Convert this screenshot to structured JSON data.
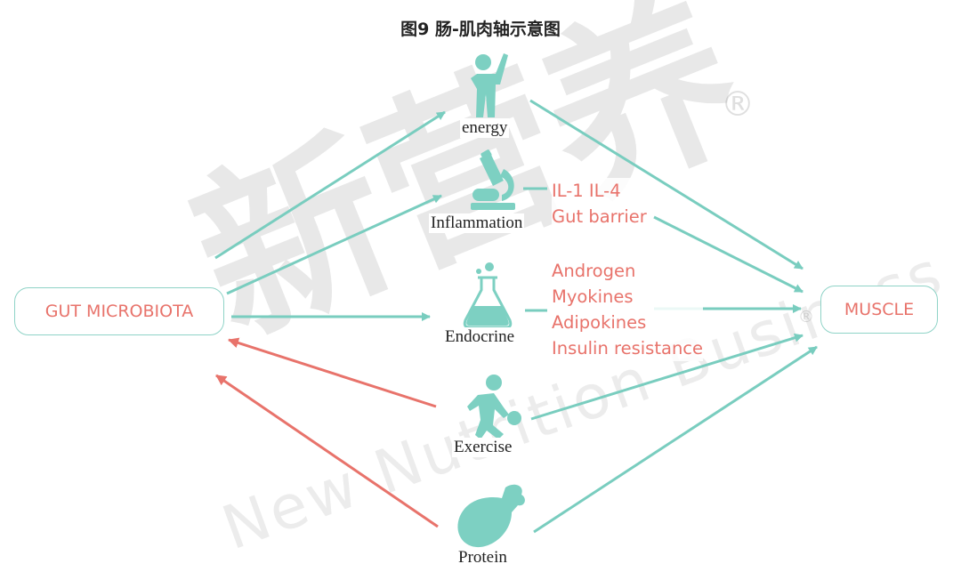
{
  "title": "图9 肠-肌肉轴示意图",
  "nodes": {
    "gut": "GUT MICROBIOTA",
    "muscle": "MUSCLE",
    "energy": "energy",
    "inflammation": "Inflammation",
    "endocrine": "Endocrine",
    "exercise": "Exercise",
    "protein": "Protein"
  },
  "factors": {
    "inflammation": [
      "IL-1 IL-4",
      "Gut barrier"
    ],
    "endocrine": [
      "Androgen",
      "Myokines",
      "Adipokines",
      "Insulin resistance"
    ]
  },
  "watermark": {
    "cn": "新营养",
    "en": "New Nutrition Business",
    "registered": "®"
  },
  "colors": {
    "teal": "#79cdbf",
    "teal_icon": "#7dd0c2",
    "red": "#e8736b",
    "box_border": "#8fd3c7"
  },
  "icons": [
    "person-cheering-icon",
    "microscope-icon",
    "flask-icon",
    "soccer-player-icon",
    "drumstick-icon"
  ]
}
